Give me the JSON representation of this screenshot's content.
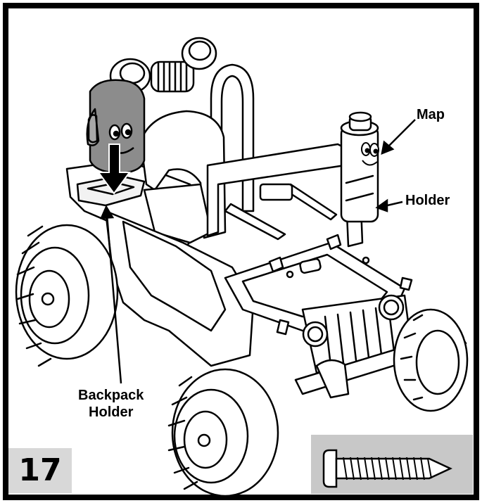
{
  "labels": {
    "map": "Map",
    "holder": "Holder",
    "backpack_line1": "Backpack",
    "backpack_line2": "Holder"
  },
  "step": {
    "number": "17"
  },
  "icons": {
    "vehicle": "ride-on-jeep-illustration",
    "backpack": "backpack-character-icon",
    "map": "map-character-icon",
    "screw": "screw-icon",
    "arrow": "down-arrow-icon"
  },
  "colors": {
    "frame": "#000000",
    "step_box": "#d8d8d8",
    "screw_box": "#c8c8c8",
    "backpack": "#8c8c8c"
  }
}
